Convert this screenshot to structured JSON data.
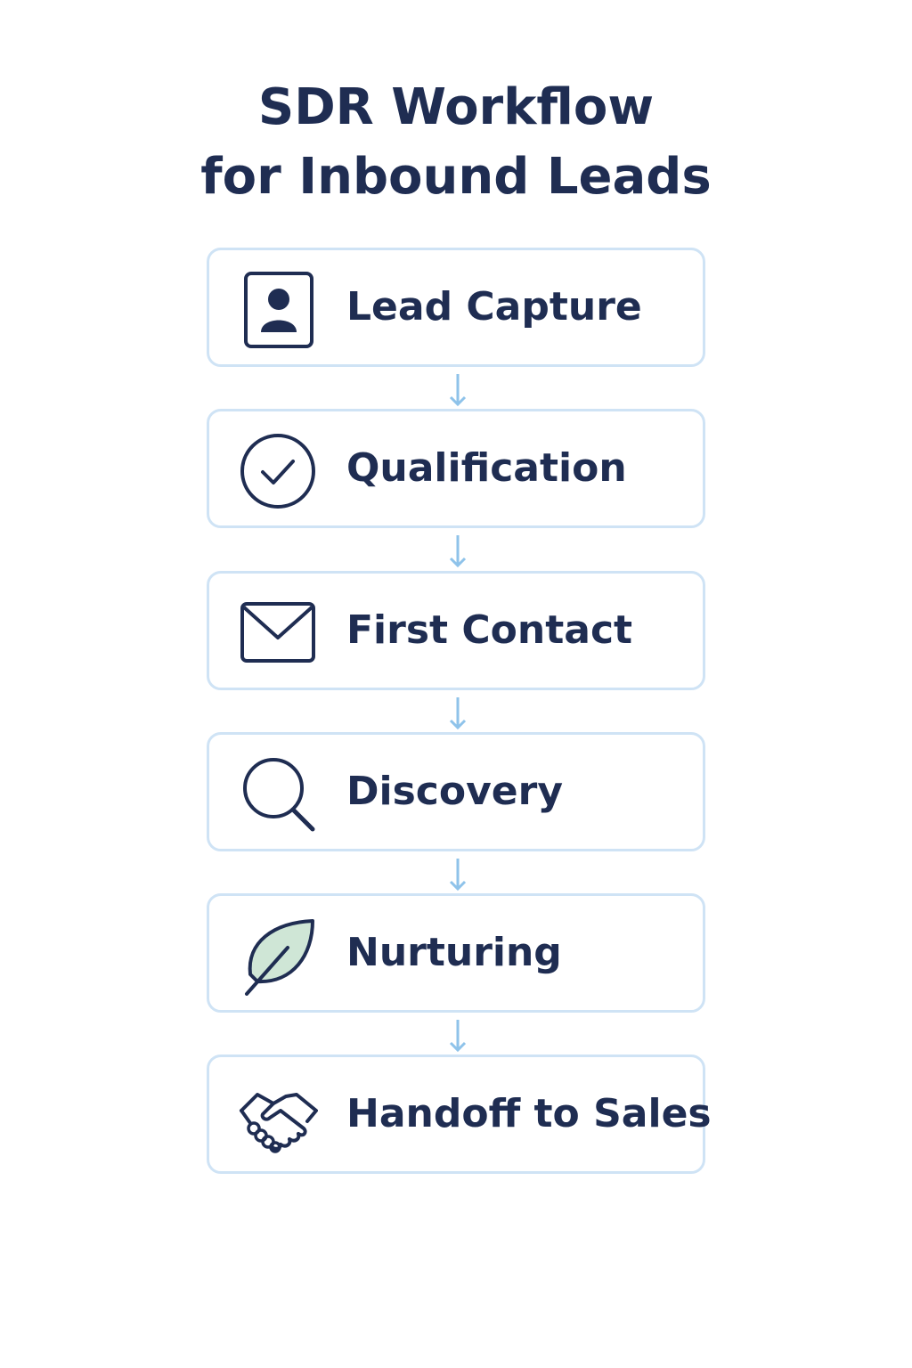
{
  "title": {
    "line1": "SDR Workflow",
    "line2": "for Inbound Leads"
  },
  "colors": {
    "text": "#1f2d52",
    "box_border": "#cfe3f5",
    "arrow": "#8fc3ea",
    "leaf_fill": "#cfe6d6"
  },
  "steps": [
    {
      "label": "Lead Capture",
      "icon": "contact-card-icon"
    },
    {
      "label": "Qualification",
      "icon": "check-circle-icon"
    },
    {
      "label": "First Contact",
      "icon": "envelope-icon"
    },
    {
      "label": "Discovery",
      "icon": "magnifying-glass-icon"
    },
    {
      "label": "Nurturing",
      "icon": "leaf-icon"
    },
    {
      "label": "Handoff to Sales",
      "icon": "handshake-icon"
    }
  ]
}
